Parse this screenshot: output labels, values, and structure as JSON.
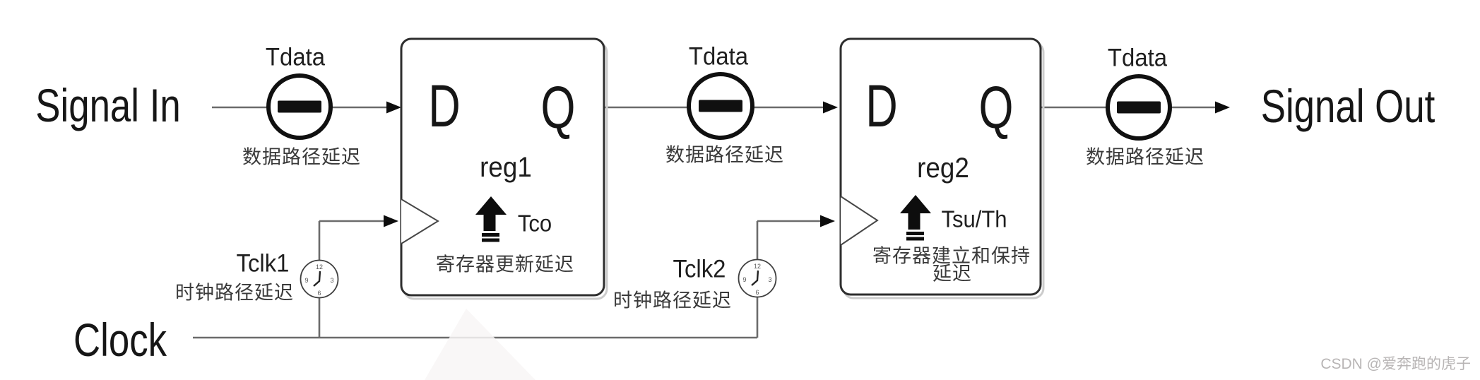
{
  "diagram": {
    "title_hint": "register-to-register timing path",
    "signal_in": "Signal In",
    "signal_out": "Signal Out",
    "clock": "Clock",
    "colors": {
      "wire": "#6b6b6b",
      "ink": "#161616",
      "box_stroke": "#2e2e2e",
      "muted_cn": "#3a3a3a",
      "watermark": "#b8b5b5"
    }
  },
  "data_delays": [
    {
      "label": "Tdata",
      "desc": "数据路径延迟"
    },
    {
      "label": "Tdata",
      "desc": "数据路径延迟"
    },
    {
      "label": "Tdata",
      "desc": "数据路径延迟"
    }
  ],
  "clock_delays": [
    {
      "label": "Tclk1",
      "desc": "时钟路径延迟"
    },
    {
      "label": "Tclk2",
      "desc": "时钟路径延迟"
    }
  ],
  "registers": [
    {
      "name": "reg1",
      "d": "D",
      "q": "Q",
      "timing": "Tco",
      "desc1": "寄存器更新延迟",
      "desc2": ""
    },
    {
      "name": "reg2",
      "d": "D",
      "q": "Q",
      "timing": "Tsu/Th",
      "desc1": "寄存器建立和保持",
      "desc2": "延迟"
    }
  ],
  "clock_face": {
    "n12": "12",
    "n3": "3",
    "n6": "6",
    "n9": "9"
  },
  "watermark": "CSDN @爱奔跑的虎子"
}
